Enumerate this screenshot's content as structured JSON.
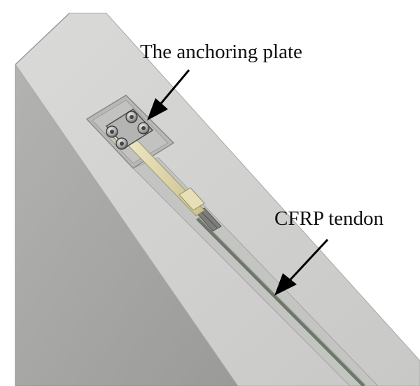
{
  "figure": {
    "callouts": [
      {
        "id": "anchoring-plate",
        "text": "The anchoring plate"
      },
      {
        "id": "cfrp-tendon",
        "text": "CFRP tendon"
      }
    ],
    "colors": {
      "concrete_top": "#d2d2d0",
      "concrete_side": "#a6a6a4",
      "groove": "#bdbdbb",
      "tendon": "#6f7a6a",
      "anchor_rod": "#ddd6ae",
      "steel": "#9c9c9c",
      "arrow": "#000000"
    }
  }
}
